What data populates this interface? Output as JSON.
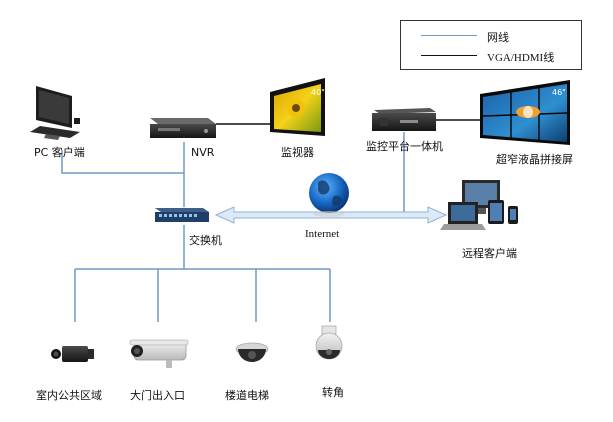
{
  "legend": {
    "items": [
      {
        "label": "网线",
        "color": "#6f98c8"
      },
      {
        "label": "VGA/HDMI线",
        "color": "#111111"
      }
    ]
  },
  "nodes": {
    "pc_client": {
      "label": "PC 客户端",
      "icon": "desktop-pc-icon"
    },
    "nvr": {
      "label": "NVR",
      "icon": "nvr-recorder-icon"
    },
    "monitor": {
      "label": "监视器",
      "icon": "monitor-screen-icon",
      "badge": "40\""
    },
    "control_platform": {
      "label": "监控平台一体机",
      "icon": "rack-server-icon"
    },
    "video_wall": {
      "label": "超窄液晶拼接屏",
      "icon": "video-wall-icon",
      "badge": "46\""
    },
    "switch": {
      "label": "交换机",
      "icon": "network-switch-icon"
    },
    "internet": {
      "label": "Internet",
      "icon": "globe-icon"
    },
    "remote_client": {
      "label": "远程客户端",
      "icon": "remote-devices-icon"
    }
  },
  "cameras": [
    {
      "label": "室内公共区域",
      "icon": "box-camera-icon"
    },
    {
      "label": "大门出入口",
      "icon": "bullet-camera-icon"
    },
    {
      "label": "楼道电梯",
      "icon": "dome-camera-icon"
    },
    {
      "label": "转角",
      "icon": "ptz-camera-icon"
    }
  ]
}
